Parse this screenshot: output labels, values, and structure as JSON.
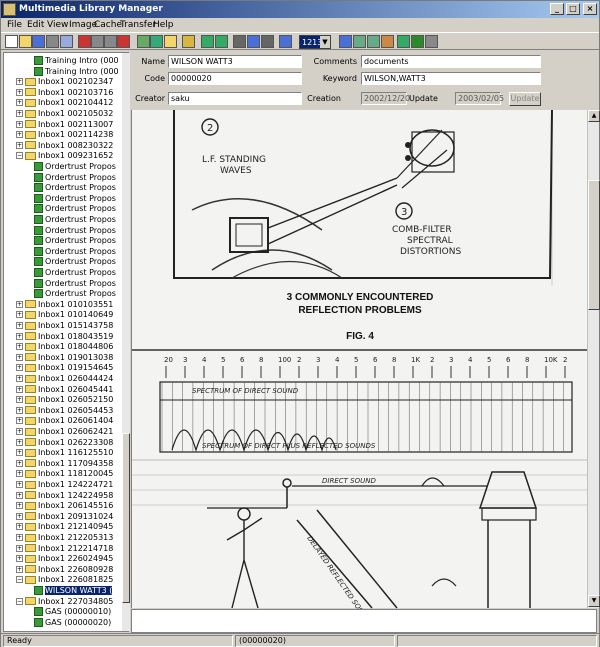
{
  "window": {
    "title": "Multimedia Library Manager"
  },
  "menu": [
    "File",
    "Edit",
    "View",
    "Image",
    "Cache",
    "Transfer",
    "Help"
  ],
  "toolbar": {
    "zoom": "1213",
    "icons": [
      "new-icon",
      "open-icon",
      "save-icon",
      "print-icon",
      "preview-icon",
      "cut-icon",
      "copy-icon",
      "paste-icon",
      "delete-icon",
      "scan-icon",
      "find-icon",
      "folder-icon",
      "help-icon",
      "up-icon",
      "down-icon",
      "list-icon",
      "thumbs-icon",
      "detail-icon",
      "fit-width-icon",
      "fit-page-icon",
      "zoom-in-icon",
      "zoom-out-icon",
      "rotate-icon",
      "transfer-icon",
      "refresh-icon",
      "settings-icon"
    ]
  },
  "tree": {
    "items": [
      {
        "label": "Training Intro (000",
        "type": "doc",
        "level": 3
      },
      {
        "label": "Training Intro (000",
        "type": "doc",
        "level": 3
      },
      {
        "label": "Inbox1 002102347",
        "type": "folder",
        "level": 2
      },
      {
        "label": "Inbox1 002103716",
        "type": "folder",
        "level": 2
      },
      {
        "label": "Inbox1 002104412",
        "type": "folder",
        "level": 2
      },
      {
        "label": "Inbox1 002105032",
        "type": "folder",
        "level": 2
      },
      {
        "label": "Inbox1 002113007",
        "type": "folder",
        "level": 2
      },
      {
        "label": "Inbox1 002114238",
        "type": "folder",
        "level": 2
      },
      {
        "label": "Inbox1 008230322",
        "type": "folder",
        "level": 2
      },
      {
        "label": "Inbox1 009231652",
        "type": "folder",
        "level": 2,
        "open": true
      },
      {
        "label": "Ordertrust Propos",
        "type": "doc",
        "level": 3
      },
      {
        "label": "Ordertrust Propos",
        "type": "doc",
        "level": 3
      },
      {
        "label": "Ordertrust Propos",
        "type": "doc",
        "level": 3
      },
      {
        "label": "Ordertrust Propos",
        "type": "doc",
        "level": 3
      },
      {
        "label": "Ordertrust Propos",
        "type": "doc",
        "level": 3
      },
      {
        "label": "Ordertrust Propos",
        "type": "doc",
        "level": 3
      },
      {
        "label": "Ordertrust Propos",
        "type": "doc",
        "level": 3
      },
      {
        "label": "Ordertrust Propos",
        "type": "doc",
        "level": 3
      },
      {
        "label": "Ordertrust Propos",
        "type": "doc",
        "level": 3
      },
      {
        "label": "Ordertrust Propos",
        "type": "doc",
        "level": 3
      },
      {
        "label": "Ordertrust Propos",
        "type": "doc",
        "level": 3
      },
      {
        "label": "Ordertrust Propos",
        "type": "doc",
        "level": 3
      },
      {
        "label": "Ordertrust Propos",
        "type": "doc",
        "level": 3
      },
      {
        "label": "Inbox1 010103551",
        "type": "folder",
        "level": 2
      },
      {
        "label": "Inbox1 010140649",
        "type": "folder",
        "level": 2
      },
      {
        "label": "Inbox1 015143758",
        "type": "folder",
        "level": 2
      },
      {
        "label": "Inbox1 018043519",
        "type": "folder",
        "level": 2
      },
      {
        "label": "Inbox1 018044806",
        "type": "folder",
        "level": 2
      },
      {
        "label": "Inbox1 019013038",
        "type": "folder",
        "level": 2
      },
      {
        "label": "Inbox1 019154645",
        "type": "folder",
        "level": 2
      },
      {
        "label": "Inbox1 026044424",
        "type": "folder",
        "level": 2
      },
      {
        "label": "Inbox1 026045441",
        "type": "folder",
        "level": 2
      },
      {
        "label": "Inbox1 026052150",
        "type": "folder",
        "level": 2
      },
      {
        "label": "Inbox1 026054453",
        "type": "folder",
        "level": 2
      },
      {
        "label": "Inbox1 026061404",
        "type": "folder",
        "level": 2
      },
      {
        "label": "Inbox1 026062421",
        "type": "folder",
        "level": 2
      },
      {
        "label": "Inbox1 026223308",
        "type": "folder",
        "level": 2
      },
      {
        "label": "Inbox1 116125510",
        "type": "folder",
        "level": 2
      },
      {
        "label": "Inbox1 117094358",
        "type": "folder",
        "level": 2
      },
      {
        "label": "Inbox1 118120045",
        "type": "folder",
        "level": 2
      },
      {
        "label": "Inbox1 124224721",
        "type": "folder",
        "level": 2
      },
      {
        "label": "Inbox1 124224958",
        "type": "folder",
        "level": 2
      },
      {
        "label": "Inbox1 206145516",
        "type": "folder",
        "level": 2
      },
      {
        "label": "Inbox1 209131024",
        "type": "folder",
        "level": 2
      },
      {
        "label": "Inbox1 212140945",
        "type": "folder",
        "level": 2
      },
      {
        "label": "Inbox1 212205313",
        "type": "folder",
        "level": 2
      },
      {
        "label": "Inbox1 212214718",
        "type": "folder",
        "level": 2
      },
      {
        "label": "Inbox1 226024945",
        "type": "folder",
        "level": 2
      },
      {
        "label": "Inbox1 226080928",
        "type": "folder",
        "level": 2
      },
      {
        "label": "Inbox1 226081825",
        "type": "folder",
        "level": 2,
        "open": true
      },
      {
        "label": "WILSON WATT3 (",
        "type": "doc",
        "level": 3,
        "selected": true
      },
      {
        "label": "Inbox1 227034805",
        "type": "folder",
        "level": 2,
        "open": true
      },
      {
        "label": "GAS (00000010)",
        "type": "doc",
        "level": 3
      },
      {
        "label": "GAS (00000020)",
        "type": "doc",
        "level": 3
      }
    ]
  },
  "meta": {
    "name_label": "Name",
    "name": "WILSON WATT3",
    "comments_label": "Comments",
    "comments": "documents",
    "code_label": "Code",
    "code": "00000020",
    "keyword_label": "Keyword",
    "keyword": "WILSON,WATT3",
    "creator_label": "Creator",
    "creator": "saku",
    "creation_label": "Creation",
    "creation": "2002/12/20",
    "update_label": "Update",
    "update": "2003/02/05",
    "update_button": "Update"
  },
  "document": {
    "fig_caption_1": "3 COMMONLY ENCOUNTERED",
    "fig_caption_2": "REFLECTION PROBLEMS",
    "fig_label": "FIG. 4",
    "note_lf": "L.F. STANDING",
    "note_waves": "WAVES",
    "note_comb1": "COMB-FILTER",
    "note_comb2": "SPECTRAL",
    "note_comb3": "DISTORTIONS",
    "num2": "2",
    "num3": "3",
    "spec_direct": "SPECTRUM OF DIRECT SOUND",
    "spec_plus": "SPECTRUM OF DIRECT PLUS REFLECTED SOUNDS",
    "direct_sound": "DIRECT SOUND",
    "delayed": "DELAYED REFLECTED SOUND",
    "scale_labels": [
      "20",
      "3",
      "4",
      "5",
      "6",
      "8",
      "100",
      "2",
      "3",
      "4",
      "5",
      "6",
      "8",
      "1K",
      "2",
      "3",
      "4",
      "5",
      "6",
      "8",
      "10K",
      "2"
    ]
  },
  "status": {
    "left": "Ready",
    "middle": "",
    "code": "(00000020)"
  }
}
